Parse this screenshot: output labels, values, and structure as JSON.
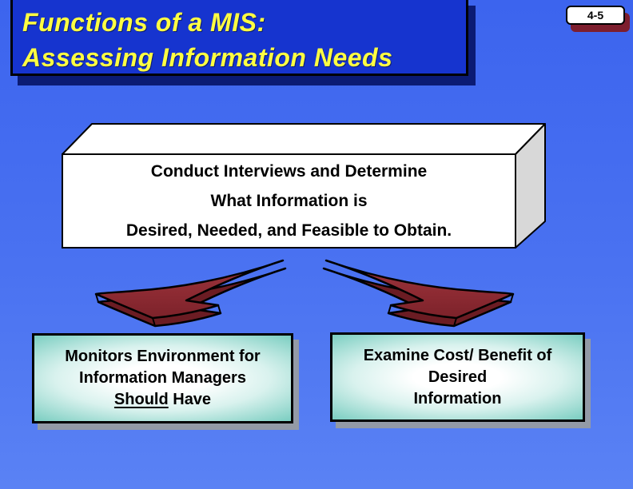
{
  "slide": {
    "title": {
      "line1": "Functions of a MIS:",
      "line2": "Assessing Information Needs"
    },
    "page_badge": "4-5",
    "cube": {
      "line1": "Conduct Interviews and Determine",
      "line2": "What Information is",
      "line3": "Desired, Needed, and Feasible to Obtain."
    },
    "boxes": {
      "left": {
        "line1": "Monitors Environment for",
        "line2": "Information Managers",
        "line3_underlined": "Should",
        "line3_rest": " Have"
      },
      "right": {
        "line1": "Examine Cost/ Benefit of",
        "line2": "Desired",
        "line3": "Information"
      }
    },
    "icons": {
      "left_arrow": "curved-arrow-down-left",
      "right_arrow": "curved-arrow-down-right"
    },
    "colors": {
      "background_top": "#3c64ee",
      "background_bottom": "#5a82f4",
      "title_box_fill": "#1634cf",
      "title_box_shadow": "#0b1b74",
      "title_text": "#ffff42",
      "badge_fill": "#ffffff",
      "badge_shadow": "#7d1e2e",
      "cube_front": "#ffffff",
      "cube_top": "#ffffff",
      "cube_side": "#d8d8d8",
      "arrow_top": "#8e2b33",
      "arrow_side": "#6b1c23",
      "teal_edge": "#37b4a0",
      "box_shadow_gray": "#939aa6",
      "text_black": "#000000"
    }
  }
}
